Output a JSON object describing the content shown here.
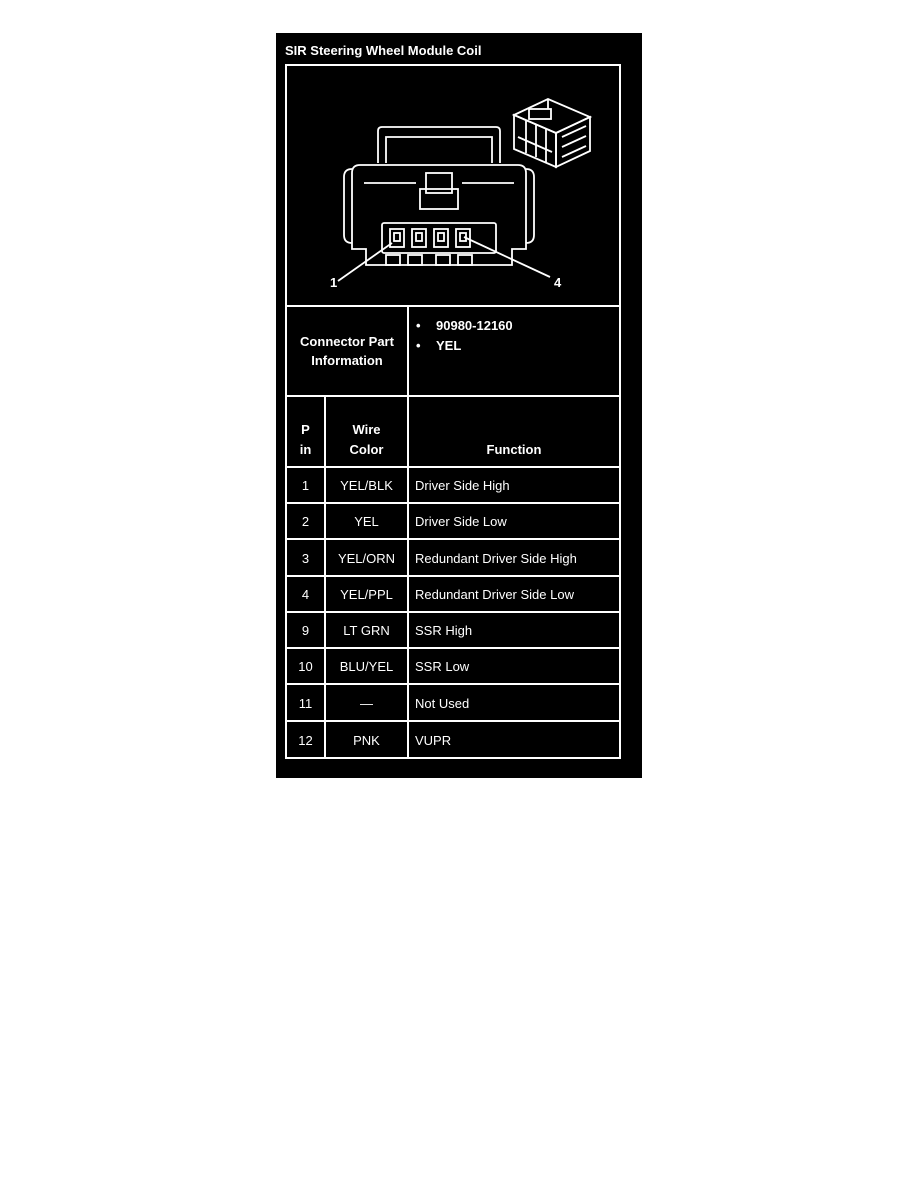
{
  "title": "SIR Steering Wheel Module Coil",
  "diagram": {
    "pin_label_left": "1",
    "pin_label_right": "4"
  },
  "connector_info": {
    "label_line1": "Connector Part",
    "label_line2": "Information",
    "items": [
      "90980-12160",
      "YEL"
    ]
  },
  "table": {
    "headers": {
      "pin_line1": "P",
      "pin_line2": "in",
      "color_line1": "Wire",
      "color_line2": "Color",
      "function": "Function"
    },
    "rows": [
      {
        "pin": "1",
        "color": "YEL/BLK",
        "function": "Driver Side High"
      },
      {
        "pin": "2",
        "color": "YEL",
        "function": "Driver Side Low"
      },
      {
        "pin": "3",
        "color": "YEL/ORN",
        "function": "Redundant Driver Side High"
      },
      {
        "pin": "4",
        "color": "YEL/PPL",
        "function": "Redundant Driver Side Low"
      },
      {
        "pin": "9",
        "color": "LT GRN",
        "function": "SSR High"
      },
      {
        "pin": "10",
        "color": "BLU/YEL",
        "function": "SSR Low"
      },
      {
        "pin": "11",
        "color": "—",
        "function": "Not Used"
      },
      {
        "pin": "12",
        "color": "PNK",
        "function": "VUPR"
      }
    ]
  },
  "colors": {
    "panel_background": "#000000",
    "line_and_text": "#ffffff",
    "page_background": "#ffffff"
  }
}
